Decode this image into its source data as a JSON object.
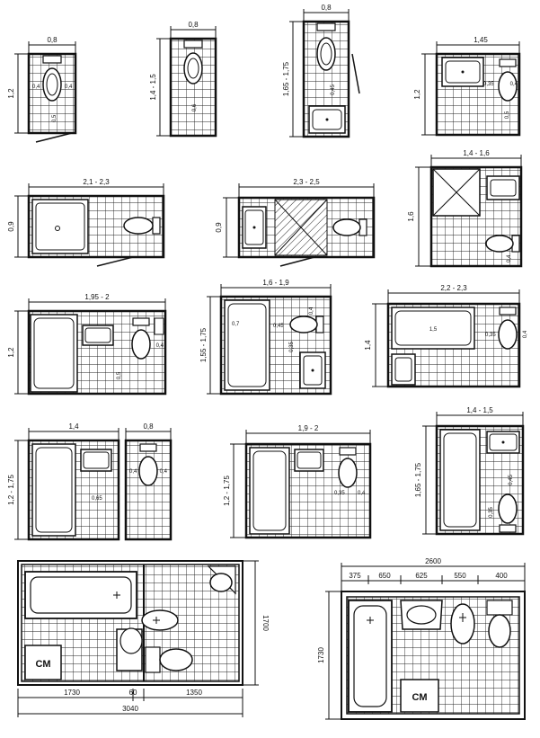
{
  "plans": [
    {
      "id": "p1",
      "width": "0,8",
      "height": "1,2",
      "labels": [
        "0,4",
        "0,4",
        "0,5"
      ]
    },
    {
      "id": "p2",
      "width": "0,8",
      "height": "1,4 - 1,5",
      "labels": [
        "0,6"
      ]
    },
    {
      "id": "p3",
      "width": "0,8",
      "height": "1,65 - 1,75",
      "labels": [
        "0,45"
      ]
    },
    {
      "id": "p4",
      "width": "1,45",
      "height": "1,2",
      "labels": [
        "0,35",
        "0,4",
        "0,5"
      ]
    },
    {
      "id": "p5",
      "width": "2,1 - 2,3",
      "height": "0,9",
      "labels": []
    },
    {
      "id": "p6",
      "width": "2,3 - 2,5",
      "height": "0,9",
      "labels": []
    },
    {
      "id": "p7",
      "width": "1,4 - 1,6",
      "height": "1,6",
      "labels": [
        "0,4"
      ]
    },
    {
      "id": "p8",
      "width": "1,95 - 2",
      "height": "1,2",
      "labels": [
        "0,4",
        "0,5"
      ]
    },
    {
      "id": "p9",
      "width": "1,6 - 1,9",
      "height": "1,55 - 1,75",
      "labels": [
        "0,7",
        "0,45",
        "0,4",
        "0,35"
      ]
    },
    {
      "id": "p10",
      "width": "2,2 - 2,3",
      "height": "1,4",
      "labels": [
        "1,5",
        "0,35",
        "0,4"
      ]
    },
    {
      "id": "p11",
      "width": "1,4",
      "width2": "0,8",
      "height": "1,2 - 1,75",
      "labels": [
        "0,4",
        "0,4",
        "0,65"
      ]
    },
    {
      "id": "p12",
      "width": "1,9 - 2",
      "height": "1,2 - 1,75",
      "labels": [
        "0,35",
        "0,4"
      ]
    },
    {
      "id": "p13",
      "width": "1,4 - 1,5",
      "height": "1,65 - 1,75",
      "labels": [
        "0,45",
        "0,35"
      ]
    },
    {
      "id": "p14",
      "dims_bottom": [
        "1730",
        "60",
        "1350"
      ],
      "total": "3040",
      "height": "1700",
      "appliance": "СМ"
    },
    {
      "id": "p15",
      "total": "2600",
      "dims_top": [
        "375",
        "650",
        "625",
        "550",
        "400"
      ],
      "height": "1730",
      "appliance": "СМ"
    }
  ]
}
